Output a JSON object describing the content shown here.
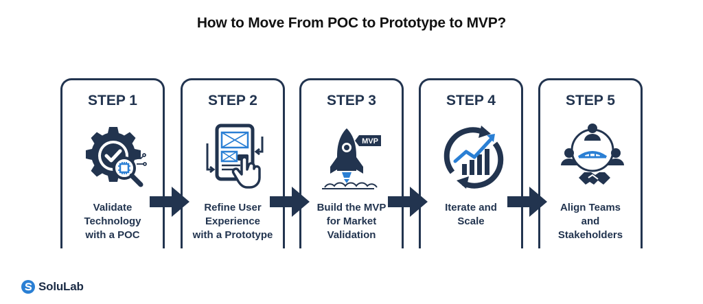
{
  "title": "How to Move From POC to Prototype to MVP?",
  "steps": [
    {
      "label": "STEP 1",
      "lines": [
        "Validate",
        "Technology",
        "with a POC"
      ],
      "icon": "gear-chip-magnifier-icon"
    },
    {
      "label": "STEP 2",
      "lines": [
        "Refine User",
        "Experience",
        "with a Prototype"
      ],
      "icon": "tablet-wireframe-hand-icon"
    },
    {
      "label": "STEP 3",
      "lines": [
        "Build the MVP",
        "for Market",
        "Validation"
      ],
      "icon": "rocket-mvp-icon",
      "badge": "MVP"
    },
    {
      "label": "STEP 4",
      "lines": [
        "Iterate and",
        "Scale"
      ],
      "icon": "cycle-growth-chart-icon"
    },
    {
      "label": "STEP 5",
      "lines": [
        "Align Teams",
        "and",
        "Stakeholders"
      ],
      "icon": "team-handshake-icon"
    }
  ],
  "logo": {
    "text": "SoluLab",
    "icon": "solulab-logo-icon"
  },
  "colors": {
    "primary": "#22344f",
    "accent": "#2a7fd4",
    "background": "#ffffff"
  }
}
